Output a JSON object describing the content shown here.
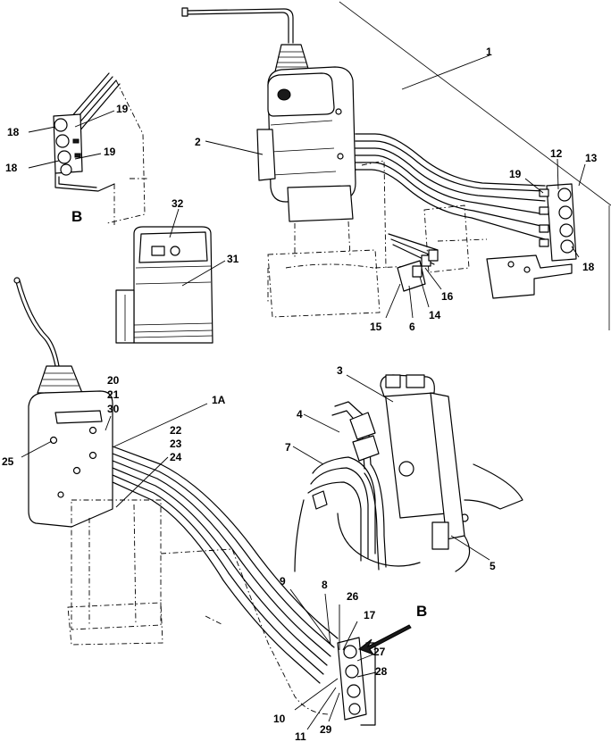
{
  "callouts": [
    {
      "id": "c1",
      "text": "1"
    },
    {
      "id": "c2",
      "text": "2"
    },
    {
      "id": "c12",
      "text": "12"
    },
    {
      "id": "c13",
      "text": "13"
    },
    {
      "id": "c19a",
      "text": "19"
    },
    {
      "id": "c18a",
      "text": "18"
    },
    {
      "id": "c16",
      "text": "16"
    },
    {
      "id": "c14",
      "text": "14"
    },
    {
      "id": "c6",
      "text": "6"
    },
    {
      "id": "c15",
      "text": "15"
    },
    {
      "id": "c19b",
      "text": "19"
    },
    {
      "id": "c19c",
      "text": "19"
    },
    {
      "id": "c18b",
      "text": "18"
    },
    {
      "id": "c18c",
      "text": "18"
    },
    {
      "id": "c32",
      "text": "32"
    },
    {
      "id": "c31",
      "text": "31"
    },
    {
      "id": "c3",
      "text": "3"
    },
    {
      "id": "c4",
      "text": "4"
    },
    {
      "id": "c7",
      "text": "7"
    },
    {
      "id": "c5",
      "text": "5"
    },
    {
      "id": "c20",
      "text": "20"
    },
    {
      "id": "c21",
      "text": "21"
    },
    {
      "id": "c30",
      "text": "30"
    },
    {
      "id": "c1A",
      "text": "1A"
    },
    {
      "id": "c22",
      "text": "22"
    },
    {
      "id": "c23",
      "text": "23"
    },
    {
      "id": "c24",
      "text": "24"
    },
    {
      "id": "c25",
      "text": "25"
    },
    {
      "id": "c9",
      "text": "9"
    },
    {
      "id": "c8",
      "text": "8"
    },
    {
      "id": "c26",
      "text": "26"
    },
    {
      "id": "c17",
      "text": "17"
    },
    {
      "id": "c27",
      "text": "27"
    },
    {
      "id": "c28",
      "text": "28"
    },
    {
      "id": "c10",
      "text": "10"
    },
    {
      "id": "c11",
      "text": "11"
    },
    {
      "id": "c29",
      "text": "29"
    }
  ],
  "view_labels": {
    "detail_view": "B",
    "main_view_arrow": "B"
  }
}
